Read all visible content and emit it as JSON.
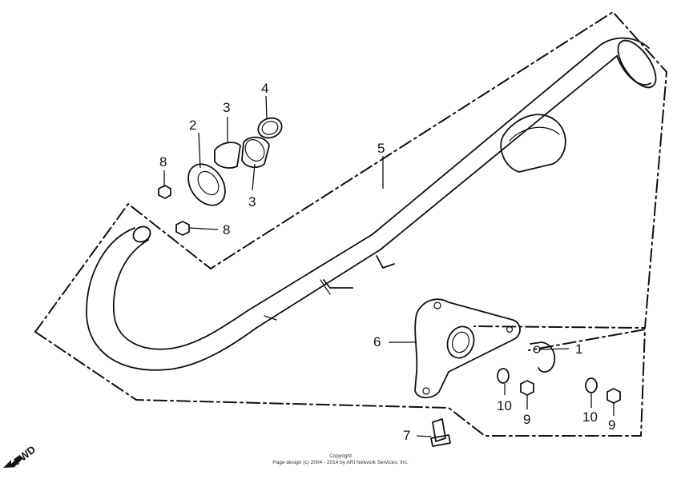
{
  "labels": {
    "p1": "1",
    "p2": "2",
    "p3a": "3",
    "p3b": "3",
    "p4": "4",
    "p5": "5",
    "p6": "6",
    "p7": "7",
    "p8a": "8",
    "p8b": "8",
    "p9a": "9",
    "p9b": "9",
    "p10a": "10",
    "p10b": "10"
  },
  "fwd_label": "FWD",
  "copyright": {
    "line1": "Copyright",
    "line2": "Page design (c) 2004 - 2014 by ARI Network Services, Inc."
  }
}
